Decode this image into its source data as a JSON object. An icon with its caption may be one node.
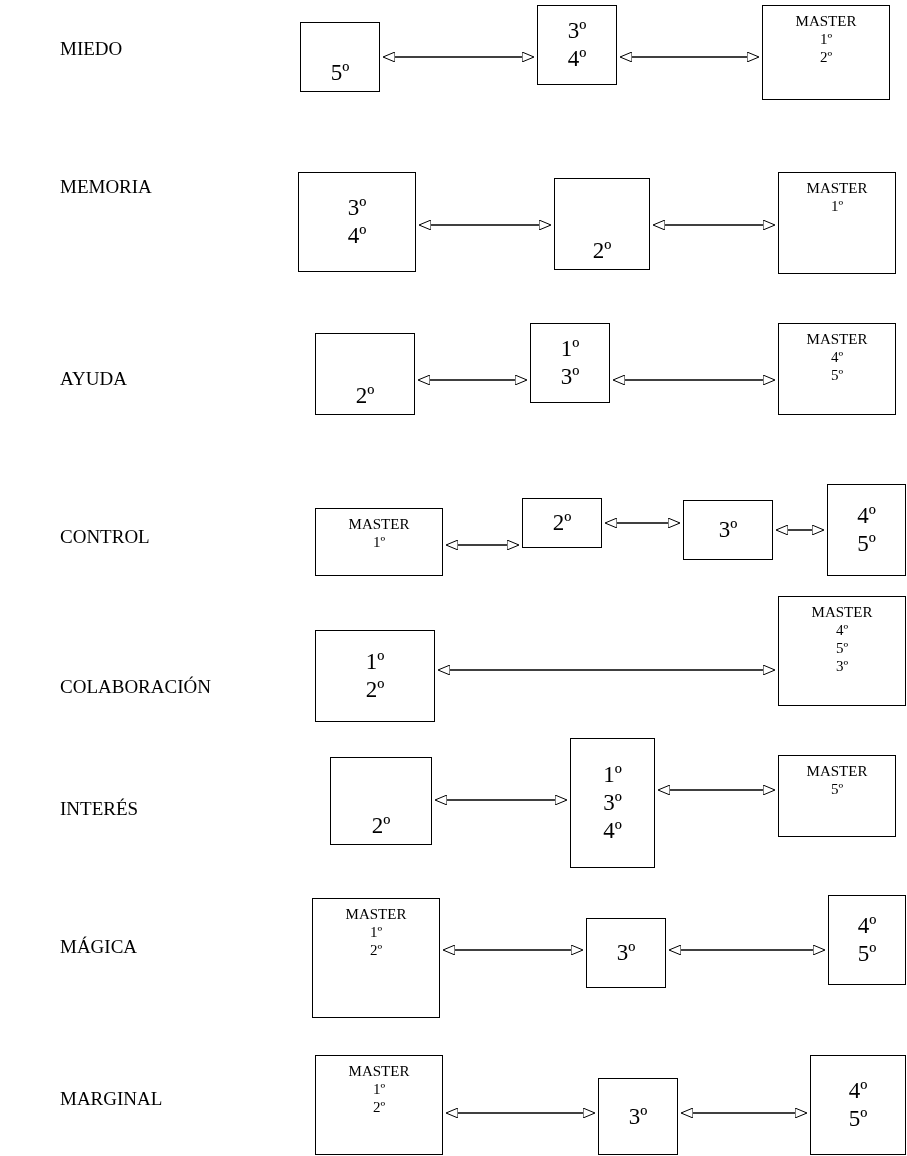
{
  "diagram": {
    "nodes": [
      {
        "text": [
          "5º"
        ]
      },
      {
        "text": [
          "3º",
          "4º"
        ]
      },
      {
        "text": [
          "MASTER",
          "1º",
          "2º"
        ]
      },
      {
        "text": [
          "3º",
          "4º"
        ]
      },
      {
        "text": [
          "2º"
        ]
      },
      {
        "text": [
          "MASTER",
          "1º"
        ]
      },
      {
        "text": [
          "2º"
        ]
      },
      {
        "text": [
          "1º",
          "3º"
        ]
      },
      {
        "text": [
          "MASTER",
          "4º",
          "5º"
        ]
      },
      {
        "text": [
          "MASTER",
          "1º"
        ]
      },
      {
        "text": [
          "2º"
        ]
      },
      {
        "text": [
          "3º"
        ]
      },
      {
        "text": [
          "4º",
          "5º"
        ]
      },
      {
        "text": [
          "1º",
          "2º"
        ]
      },
      {
        "text": [
          "MASTER",
          "4º",
          "5º",
          "3º"
        ]
      },
      {
        "text": [
          "2º"
        ]
      },
      {
        "text": [
          "1º",
          "3º",
          "4º"
        ]
      },
      {
        "text": [
          "MASTER",
          "5º"
        ]
      },
      {
        "text": [
          "MASTER",
          "1º",
          "2º"
        ]
      },
      {
        "text": [
          "3º"
        ]
      },
      {
        "text": [
          "4º",
          "5º"
        ]
      },
      {
        "text": [
          "MASTER",
          "1º",
          "2º"
        ]
      },
      {
        "text": [
          "3º"
        ]
      },
      {
        "text": [
          "4º",
          "5º"
        ]
      }
    ],
    "edges": [
      {
        "from": 0,
        "to": 1,
        "arrow": "both"
      },
      {
        "from": 1,
        "to": 2,
        "arrow": "both"
      },
      {
        "from": 3,
        "to": 4,
        "arrow": "both"
      },
      {
        "from": 4,
        "to": 5,
        "arrow": "both"
      },
      {
        "from": 6,
        "to": 7,
        "arrow": "both"
      },
      {
        "from": 7,
        "to": 8,
        "arrow": "both"
      },
      {
        "from": 9,
        "to": 10,
        "arrow": "both"
      },
      {
        "from": 10,
        "to": 11,
        "arrow": "both"
      },
      {
        "from": 11,
        "to": 12,
        "arrow": "both"
      },
      {
        "from": 13,
        "to": 14,
        "arrow": "both"
      },
      {
        "from": 15,
        "to": 16,
        "arrow": "both"
      },
      {
        "from": 16,
        "to": 17,
        "arrow": "both"
      },
      {
        "from": 18,
        "to": 19,
        "arrow": "both"
      },
      {
        "from": 19,
        "to": 20,
        "arrow": "both"
      },
      {
        "from": 21,
        "to": 22,
        "arrow": "both"
      },
      {
        "from": 22,
        "to": 23,
        "arrow": "both"
      }
    ],
    "labels": [
      "MIEDO",
      "MEMORIA",
      "AYUDA",
      "CONTROL",
      "COLABORACIÓN",
      "INTERÉS",
      "MÁGICA",
      "MARGINAL"
    ]
  }
}
